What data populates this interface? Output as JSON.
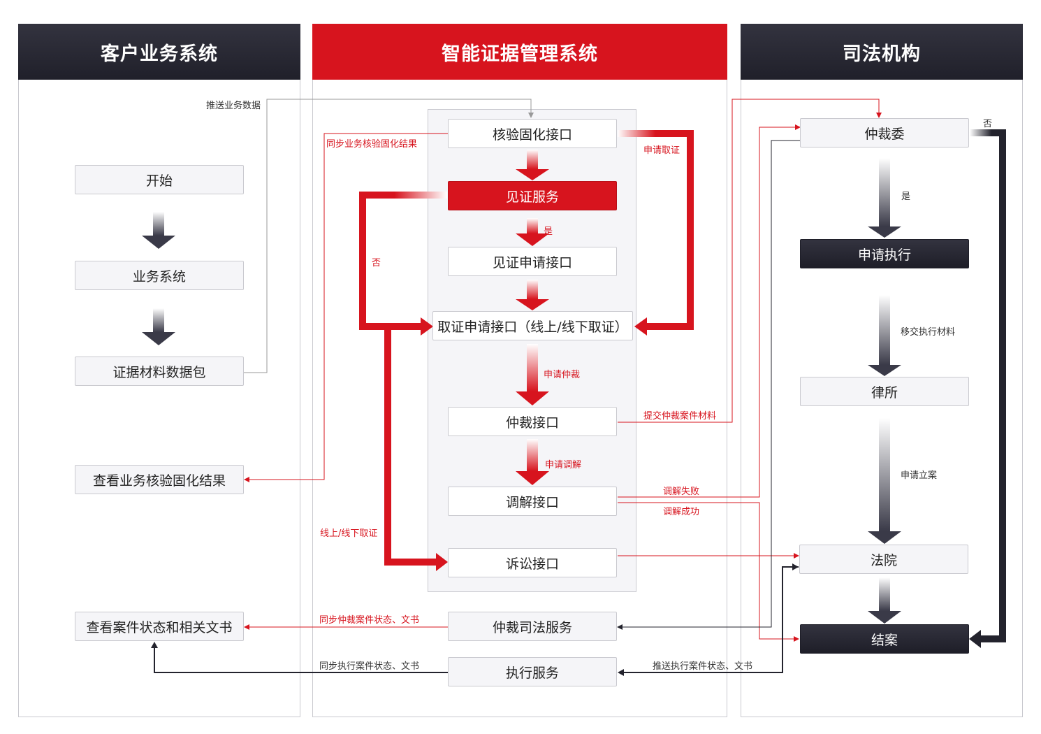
{
  "lanes": {
    "customer": "客户业务系统",
    "evidence": "智能证据管理系统",
    "judicial": "司法机构"
  },
  "nodes": {
    "start": "开始",
    "biz_system": "业务系统",
    "evidence_package": "证据材料数据包",
    "view_verify_result": "查看业务核验固化结果",
    "view_case_status": "查看案件状态和相关文书",
    "verify_interface": "核验固化接口",
    "witness_service": "见证服务",
    "witness_apply_interface": "见证申请接口",
    "obtain_apply_interface": "取证申请接口（线上/线下取证）",
    "arbitration_interface": "仲裁接口",
    "mediation_interface": "调解接口",
    "litigation_interface": "诉讼接口",
    "arbitration_judicial_service": "仲裁司法服务",
    "execution_service": "执行服务",
    "arbitration_committee": "仲裁委",
    "apply_execution": "申请执行",
    "law_firm": "律所",
    "court": "法院",
    "case_closed": "结案"
  },
  "labels": {
    "push_biz_data": "推送业务数据",
    "sync_verify_result": "同步业务核验固化结果",
    "apply_obtain": "申请取证",
    "yes_witness": "是",
    "no_witness": "否",
    "apply_arbitration": "申请仲裁",
    "submit_case_materials": "提交仲裁案件材料",
    "apply_mediation": "申请调解",
    "mediation_failed": "调解失败",
    "mediation_success": "调解成功",
    "online_offline": "线上/线下取证",
    "sync_arbitration_status": "同步仲裁案件状态、文书",
    "sync_execution_status": "同步执行案件状态、文书",
    "push_execution_status": "推送执行案件状态、文书",
    "no_committee": "否",
    "yes_committee": "是",
    "transfer_materials": "移交执行材料",
    "apply_filing": "申请立案"
  },
  "colors": {
    "accent_red": "#d7141e",
    "dark": "#23232d",
    "panel": "#f5f5f8",
    "border": "#c9c9cf"
  }
}
